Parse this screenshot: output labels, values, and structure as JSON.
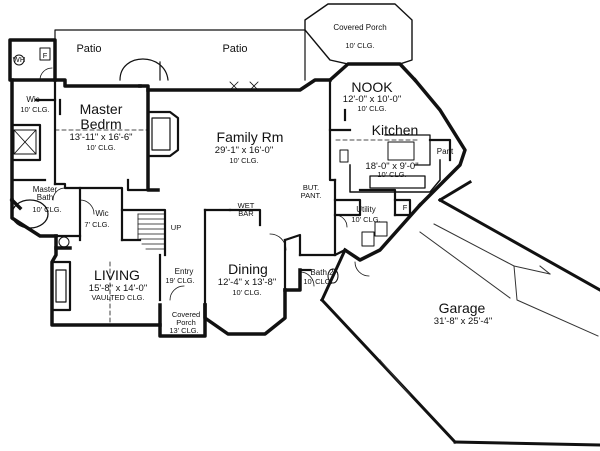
{
  "rooms": {
    "patio_left": {
      "name": "Patio"
    },
    "patio_right": {
      "name": "Patio"
    },
    "covered_porch_top": {
      "name": "Covered Porch",
      "ceiling": "10' CLG."
    },
    "nook": {
      "name": "NOOK",
      "size": "12'-0\" x 10'-0\"",
      "ceiling": "10' CLG."
    },
    "master_bedroom": {
      "name": "Master Bedrm",
      "size": "13'-11\" x 16'-6\"",
      "ceiling": "10' CLG."
    },
    "wic_top": {
      "name": "Wic",
      "ceiling": "10' CLG."
    },
    "family_room": {
      "name": "Family Rm",
      "size": "29'-1\" x 16'-0\"",
      "ceiling": "10' CLG."
    },
    "kitchen": {
      "name": "Kitchen",
      "size": "18'-0\" x 9'-0\"",
      "ceiling": "10' CLG."
    },
    "pantry": {
      "name": "Pant"
    },
    "butler_pantry": {
      "name": "BUT. PANT."
    },
    "master_bath": {
      "name": "Master Bath",
      "ceiling": "10' CLG."
    },
    "wic_lower": {
      "name": "Wic",
      "ceiling": "7' CLG."
    },
    "wet_bar": {
      "name": "WET BAR"
    },
    "utility": {
      "name": "Utility",
      "ceiling": "10' CLG."
    },
    "living": {
      "name": "LIVING",
      "size": "15'-8\" x 14'-0\"",
      "ceiling": "VAULTED CLG."
    },
    "entry": {
      "name": "Entry",
      "ceiling": "19' CLG."
    },
    "dining": {
      "name": "Dining",
      "size": "12'-4\" x 13'-8\"",
      "ceiling": "10' CLG."
    },
    "bath_2": {
      "name": "Bath 2",
      "ceiling": "10' CLG."
    },
    "garage": {
      "name": "Garage",
      "size": "31'-8\" x 25'-4\""
    },
    "covered_porch_bottom": {
      "name": "Covered Porch",
      "ceiling": "13' CLG."
    }
  },
  "markers": {
    "up": "UP",
    "fridge": "F",
    "water_heater": "WH"
  }
}
